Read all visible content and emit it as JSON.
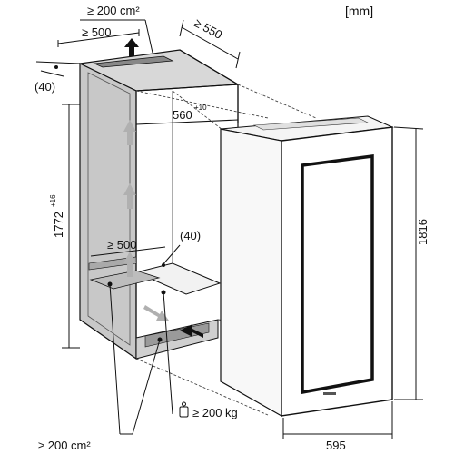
{
  "units": "[mm]",
  "dimensions": {
    "vent_top_area": "≥ 200 cm²",
    "vent_top_width": "≥ 500",
    "niche_depth": "≥ 550",
    "top_offset": "(40)",
    "niche_width_main": "560",
    "niche_width_sup": "+10",
    "niche_height_main": "1772",
    "niche_height_sup": "+16",
    "vent_bottom_width": "≥ 500",
    "bottom_offset": "(40)",
    "appliance_height": "1816",
    "appliance_width": "595",
    "vent_bottom_area": "≥ 200 cm²",
    "floor_load": "≥ 200 kg"
  },
  "colors": {
    "niche_gray": "#c8c8c8",
    "line": "#111111",
    "arrow_gray": "#b0b0b0"
  }
}
